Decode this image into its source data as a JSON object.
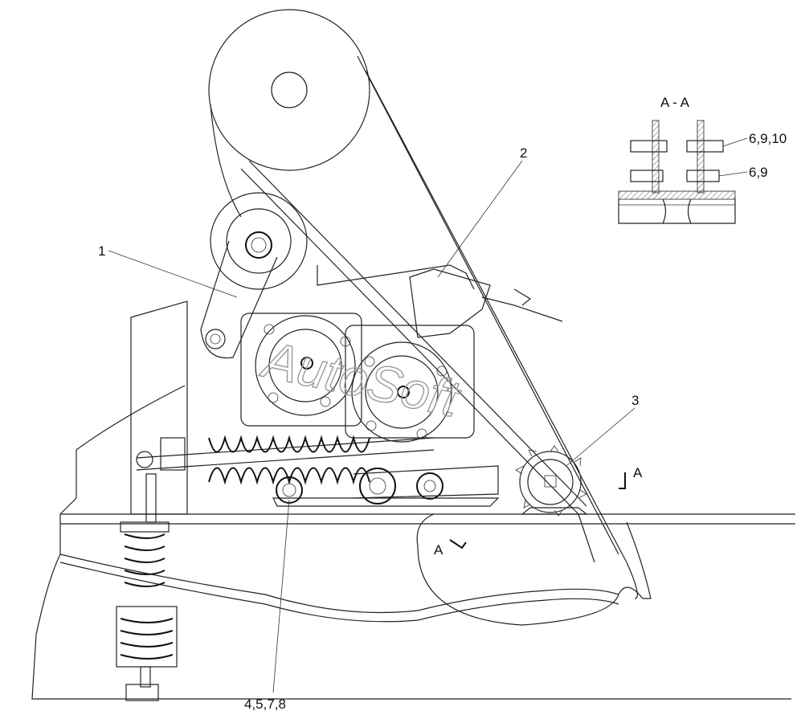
{
  "section_view": {
    "title": "A - A",
    "callouts": [
      "6,9,10",
      "6,9"
    ]
  },
  "callouts": {
    "part1": "1",
    "part2": "2",
    "part3": "3",
    "part4578": "4,5,7,8"
  },
  "section_markers": {
    "right": "A",
    "bottom": "A"
  },
  "watermark": "AutoSoft",
  "icons": {
    "belt_pulley": "large-pulley-icon",
    "sprocket": "sprocket-icon",
    "spring": "coil-spring-icon"
  }
}
